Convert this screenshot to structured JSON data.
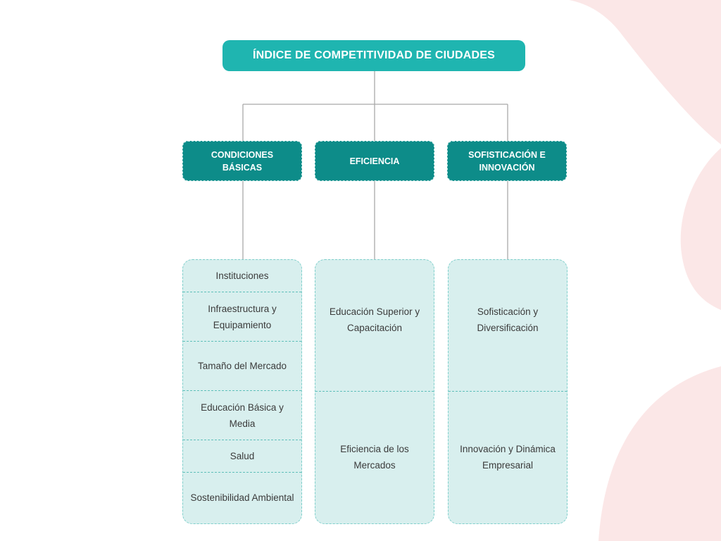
{
  "diagram": {
    "root": "ÍNDICE DE COMPETITIVIDAD DE CIUDADES",
    "pillars": [
      {
        "title": "CONDICIONES BÁSICAS",
        "factors": [
          "Instituciones",
          "Infraestructura y Equipamiento",
          "Tamaño del Mercado",
          "Educación Básica y Media",
          "Salud",
          "Sostenibilidad Ambiental"
        ]
      },
      {
        "title": "EFICIENCIA",
        "factors": [
          "Educación Superior y Capacitación",
          "Eficiencia de los Mercados"
        ]
      },
      {
        "title": "SOFISTICACIÓN E INNOVACIÓN",
        "factors": [
          "Sofisticación y Diversificación",
          "Innovación y Dinámica Empresarial"
        ]
      }
    ]
  },
  "colors": {
    "root_fill": "#1fb5b0",
    "pillar_fill": "#0d8c89",
    "factor_fill": "#d8efee",
    "decor": "#fbe7e7"
  }
}
